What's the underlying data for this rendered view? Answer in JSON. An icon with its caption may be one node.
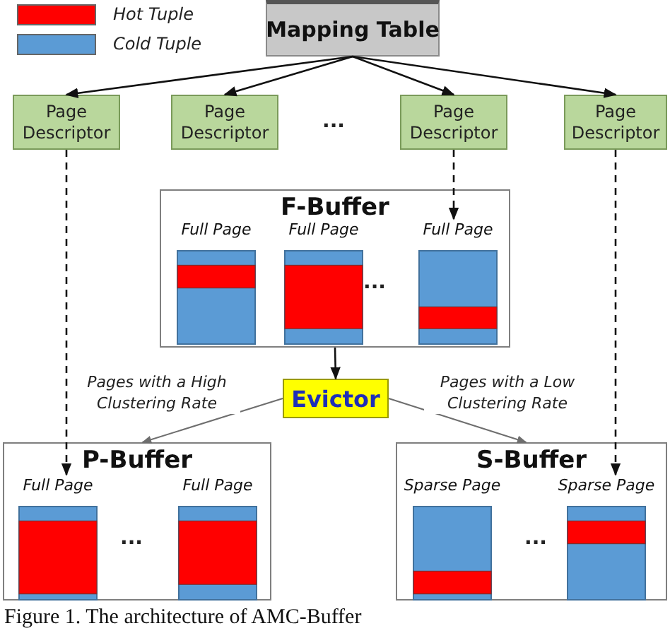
{
  "diagram": {
    "caption": "Figure 1. The architecture of AMC-Buffer",
    "nodes": [
      {
        "text": [
          "Mapping Table"
        ]
      },
      {
        "text": [
          "Page Descriptor"
        ]
      },
      {
        "text": [
          "Page Descriptor"
        ]
      },
      {
        "text": [
          "Page Descriptor"
        ]
      },
      {
        "text": [
          "Page Descriptor"
        ]
      },
      {
        "text": [
          "F-Buffer"
        ]
      },
      {
        "text": [
          "Full Page"
        ],
        "in": 5
      },
      {
        "text": [
          "Full Page"
        ],
        "in": 5
      },
      {
        "text": [
          "Full Page"
        ],
        "in": 5
      },
      {
        "text": [
          "Evictor"
        ]
      },
      {
        "text": [
          "P-Buffer"
        ]
      },
      {
        "text": [
          "Full Page"
        ],
        "in": 10
      },
      {
        "text": [
          "Full Page"
        ],
        "in": 10
      },
      {
        "text": [
          "S-Buffer"
        ]
      },
      {
        "text": [
          "Sparse Page"
        ],
        "in": 13
      },
      {
        "text": [
          "Sparse Page"
        ],
        "in": 13
      }
    ],
    "edges": [
      {
        "from": 0,
        "to": 1,
        "arrow": "to"
      },
      {
        "from": 0,
        "to": 2,
        "arrow": "to"
      },
      {
        "from": 0,
        "to": 3,
        "arrow": "to"
      },
      {
        "from": 0,
        "to": 4,
        "arrow": "to"
      },
      {
        "from": 3,
        "to": 8,
        "arrow": "to",
        "style": "dashed"
      },
      {
        "from": 1,
        "to": 11,
        "arrow": "to",
        "style": "dashed"
      },
      {
        "from": 4,
        "to": 15,
        "arrow": "to",
        "style": "dashed"
      },
      {
        "from": 5,
        "to": 9,
        "arrow": "to"
      },
      {
        "from": 9,
        "to": 10,
        "arrow": "to",
        "label": "Pages with a High Clustering Rate",
        "color": "#6e6e6e"
      },
      {
        "from": 9,
        "to": 13,
        "arrow": "to",
        "label": "Pages with a Low Clustering Rate",
        "color": "#6e6e6e"
      }
    ],
    "labels": [
      "...",
      "...",
      "...",
      "..."
    ],
    "legend": [
      {
        "text": "Hot Tuple",
        "color": "#ff0000"
      },
      {
        "text": "Cold Tuple",
        "color": "#5b9bd5"
      }
    ]
  }
}
